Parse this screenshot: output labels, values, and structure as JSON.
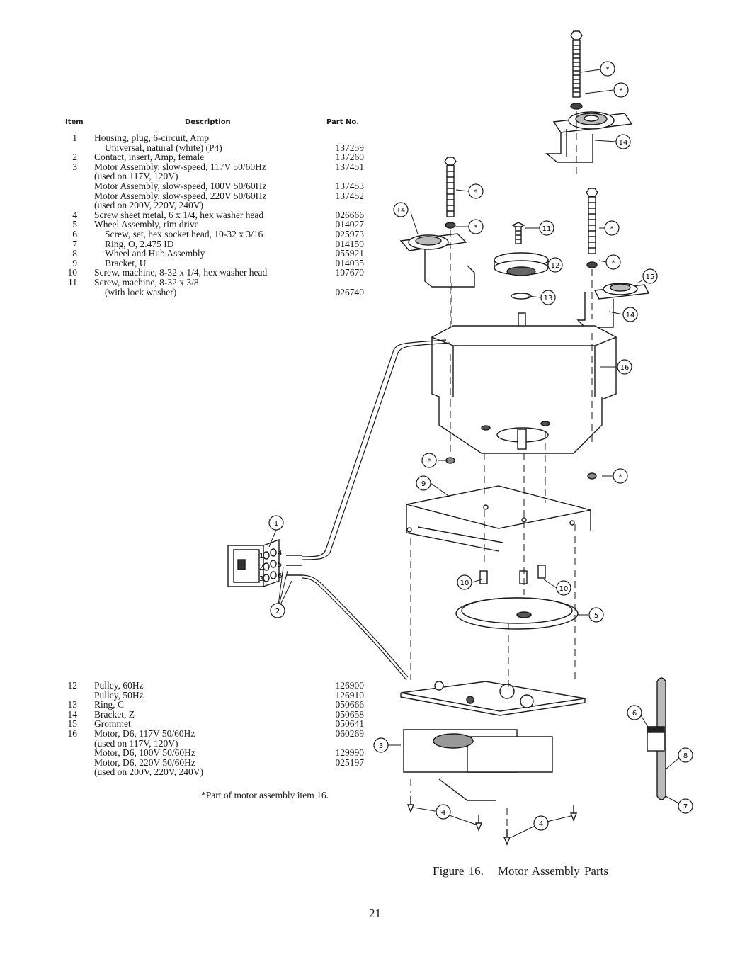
{
  "table": {
    "headers": {
      "item": "Item",
      "description": "Description",
      "part_no": "Part No."
    },
    "rows_top": [
      {
        "item": "1",
        "desc": "Housing, plug, 6-circuit, Amp",
        "part": "",
        "indent": false
      },
      {
        "item": "",
        "desc": "Universal, natural (white) (P4)",
        "part": "137259",
        "indent": true
      },
      {
        "item": "2",
        "desc": "Contact, insert, Amp, female",
        "part": "137260",
        "indent": false
      },
      {
        "item": "3",
        "desc": "Motor Assembly, slow-speed, 117V 50/60Hz",
        "part": "137451",
        "indent": false
      },
      {
        "item": "",
        "desc": "(used on 117V, 120V)",
        "part": "",
        "indent": false
      },
      {
        "item": "",
        "desc": "Motor Assembly, slow-speed, 100V 50/60Hz",
        "part": "137453",
        "indent": false
      },
      {
        "item": "",
        "desc": "Motor Assembly, slow-speed, 220V 50/60Hz",
        "part": "137452",
        "indent": false
      },
      {
        "item": "",
        "desc": "(used on 200V, 220V, 240V)",
        "part": "",
        "indent": false
      },
      {
        "item": "4",
        "desc": "Screw sheet metal, 6 x 1/4, hex washer head",
        "part": "026666",
        "indent": false
      },
      {
        "item": "5",
        "desc": "Wheel Assembly, rim drive",
        "part": "014027",
        "indent": false
      },
      {
        "item": "6",
        "desc": "Screw, set, hex socket head, 10-32 x 3/16",
        "part": "025973",
        "indent": true
      },
      {
        "item": "7",
        "desc": "Ring, O, 2.475 ID",
        "part": "014159",
        "indent": true
      },
      {
        "item": "8",
        "desc": "Wheel and Hub Assembly",
        "part": "055921",
        "indent": true
      },
      {
        "item": "9",
        "desc": "Bracket, U",
        "part": "014035",
        "indent": true
      },
      {
        "item": "10",
        "desc": "Screw, machine, 8-32 x 1/4, hex washer head",
        "part": "107670",
        "indent": false
      },
      {
        "item": "11",
        "desc": "Screw, machine, 8-32 x 3/8",
        "part": "",
        "indent": false
      },
      {
        "item": "",
        "desc": "(with lock washer)",
        "part": "026740",
        "indent": true
      }
    ],
    "rows_bottom": [
      {
        "item": "12",
        "desc": "Pulley, 60Hz",
        "part": "126900",
        "indent": false
      },
      {
        "item": "",
        "desc": "Pulley, 50Hz",
        "part": "126910",
        "indent": false
      },
      {
        "item": "13",
        "desc": "Ring, C",
        "part": "050666",
        "indent": false
      },
      {
        "item": "14",
        "desc": "Bracket, Z",
        "part": "050658",
        "indent": false
      },
      {
        "item": "15",
        "desc": "Grommet",
        "part": "050641",
        "indent": false
      },
      {
        "item": "16",
        "desc": "Motor, D6, 117V 50/60Hz",
        "part": "060269",
        "indent": false
      },
      {
        "item": "",
        "desc": "(used on 117V, 120V)",
        "part": "",
        "indent": false
      },
      {
        "item": "",
        "desc": "Motor, D6, 100V 50/60Hz",
        "part": "129990",
        "indent": false
      },
      {
        "item": "",
        "desc": "Motor, D6, 220V 50/60Hz",
        "part": "025197",
        "indent": false
      },
      {
        "item": "",
        "desc": "(used on 200V, 220V, 240V)",
        "part": "",
        "indent": false
      }
    ]
  },
  "footnote": "*Part of motor assembly item 16.",
  "caption": {
    "figure": "Figure 16.",
    "title": "Motor Assembly Parts"
  },
  "page_number": "21",
  "callouts": {
    "c1": "1",
    "c2": "2",
    "c3": "3",
    "c4a": "4",
    "c4b": "4",
    "c5": "5",
    "c6": "6",
    "c7": "7",
    "c8": "8",
    "c9": "9",
    "c10a": "10",
    "c10b": "10",
    "c11": "11",
    "c12": "12",
    "c13": "13",
    "c14a": "14",
    "c14b": "14",
    "c14c": "14",
    "c15": "15",
    "c16": "16",
    "s1": "*",
    "s2": "*",
    "s3": "*",
    "s4": "*",
    "s5": "*",
    "s6": "*",
    "s7": "*",
    "s8": "*"
  },
  "plug_pins": [
    "1",
    "2",
    "3",
    "4",
    "5",
    "6"
  ]
}
